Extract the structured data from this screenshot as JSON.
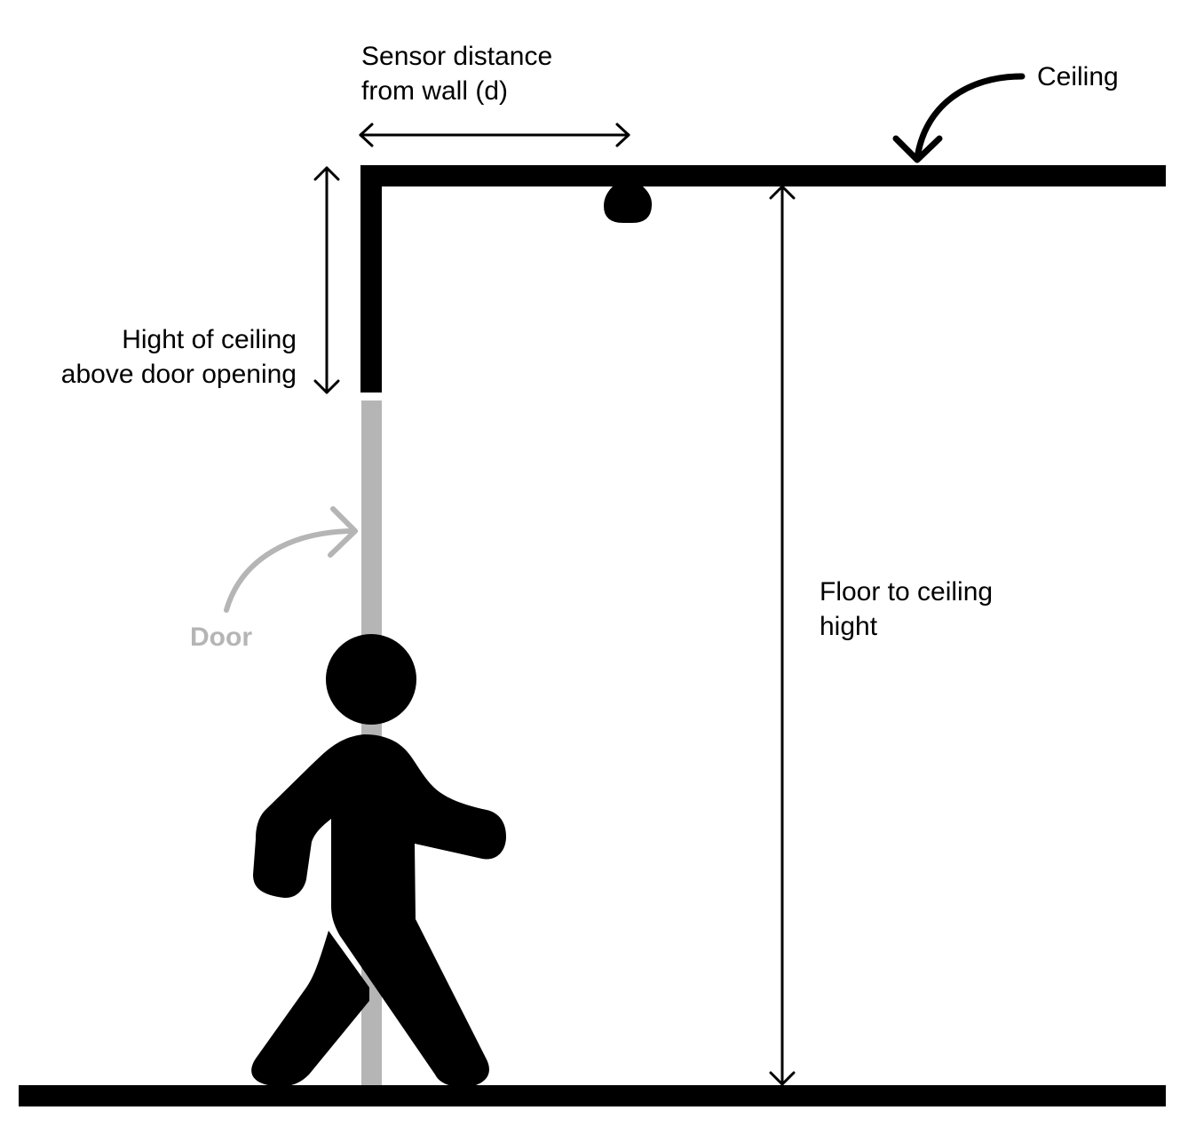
{
  "labels": {
    "sensor_distance_line1": "Sensor distance",
    "sensor_distance_line2": "from wall (d)",
    "ceiling": "Ceiling",
    "ceiling_above_door_line1": "Hight of ceiling",
    "ceiling_above_door_line2": "above door opening",
    "door": "Door",
    "floor_to_ceiling_line1": "Floor to ceiling",
    "floor_to_ceiling_line2": "hight"
  },
  "colors": {
    "structure": "#000000",
    "door": "#b5b5b5",
    "text": "#000000",
    "door_text": "#b5b5b5",
    "background": "#ffffff"
  },
  "icons": {
    "sensor": "ceiling-sensor-icon",
    "person": "walking-person-icon"
  }
}
